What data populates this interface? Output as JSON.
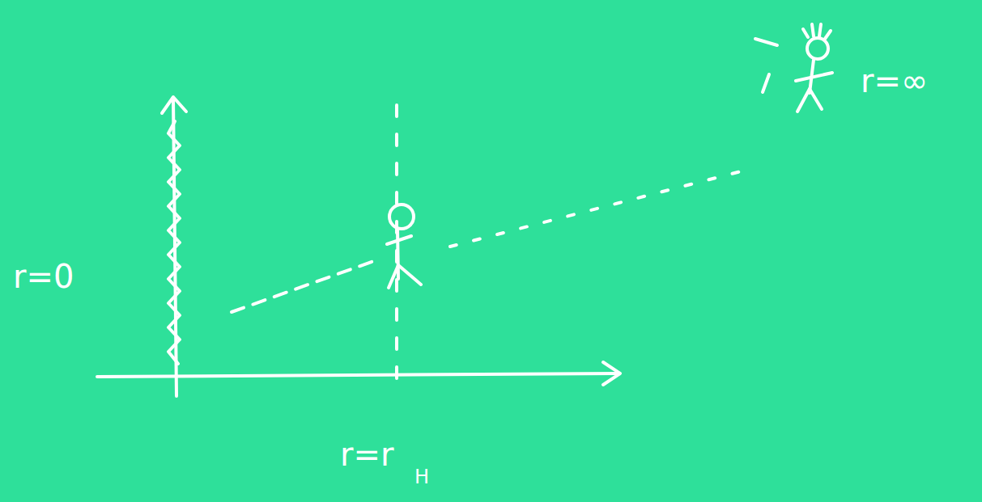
{
  "diagram": {
    "labels": [
      "r=0",
      "r=r",
      "H",
      "r=∞"
    ]
  }
}
